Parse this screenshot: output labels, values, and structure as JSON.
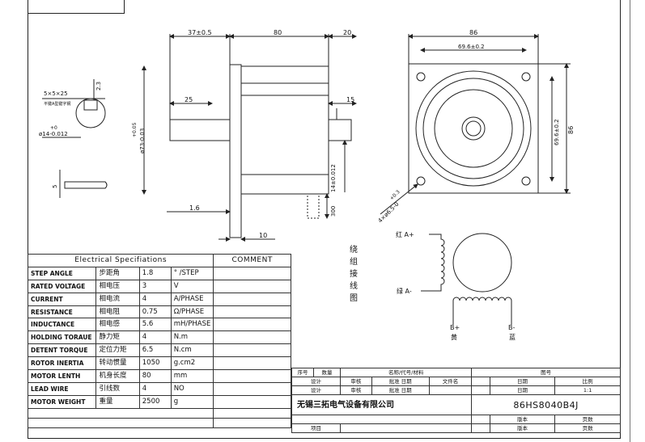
{
  "drawing": {
    "side_view": {
      "dim_front": "37±0.5",
      "dim_body": "80",
      "dim_rear": "20",
      "dim_shaft_front": "25",
      "dim_shaft_rear": "15",
      "dim_pilot": "ø73-0.03",
      "dim_pilot_tol": "+0.05",
      "dim_flange": "1.6",
      "dim_flange_thk": "10",
      "dim_rear_shaft": "14±0.012",
      "dim_lead": "300"
    },
    "key_section": {
      "key_label": "5×5×25",
      "key_note": "平键A型键字钢",
      "key_depth": "2.3",
      "shaft_dia": "ø14-0.012",
      "shaft_tol": "+0",
      "key_width": "5"
    },
    "front_view": {
      "dim_width": "86",
      "dim_holes": "69.6±0.2",
      "dim_holes_v": "69.6±0.2",
      "dim_height": "86",
      "dim_hole_dia": "4×ø6.5-0",
      "dim_hole_tol": "+0.3"
    },
    "winding": {
      "title_chars": [
        "绕",
        "组",
        "接",
        "线",
        "图"
      ],
      "a_plus": "红 A+",
      "a_minus": "绿 A-",
      "b_plus": "B+",
      "b_plus_color": "黄",
      "b_minus": "B-",
      "b_minus_color": "蓝"
    }
  },
  "specs": {
    "title": "Electrical Specifiations",
    "comment": "COMMENT",
    "rows": [
      {
        "en": "STEP ANGLE",
        "cn": "步距角",
        "val": "1.8",
        "unit": "° /STEP"
      },
      {
        "en": "RATED VOLTAGE",
        "cn": "相电压",
        "val": "3",
        "unit": "V"
      },
      {
        "en": "CURRENT",
        "cn": "相电流",
        "val": "4",
        "unit": "A/PHASE"
      },
      {
        "en": "RESISTANCE",
        "cn": "相电阻",
        "val": "0.75",
        "unit": "Ω/PHASE"
      },
      {
        "en": "INDUCTANCE",
        "cn": "相电感",
        "val": "5.6",
        "unit": "mH/PHASE"
      },
      {
        "en": "HOLDING TORAUE",
        "cn": "静力矩",
        "val": "4",
        "unit": "N.m"
      },
      {
        "en": "DETENT TORQUE",
        "cn": "定位力矩",
        "val": "6.5",
        "unit": "N.cm"
      },
      {
        "en": "ROTOR INERTIA",
        "cn": "转动惯量",
        "val": "1050",
        "unit": "g.cm2"
      },
      {
        "en": "MOTOR LENTH",
        "cn": "机身长度",
        "val": "80",
        "unit": "mm"
      },
      {
        "en": "LEAD WIRE",
        "cn": "引线数",
        "val": "4",
        "unit": "NO"
      },
      {
        "en": "MOTOR WEIGHT",
        "cn": "重量",
        "val": "2500",
        "unit": "g"
      }
    ]
  },
  "title_block": {
    "seq": "序号",
    "qty": "数量",
    "name_material": "名称/代号/材料",
    "drawing_no": "图号",
    "design": "设计",
    "review": "审核",
    "approve_date": "批准 日期",
    "file_name": "文件名",
    "date": "日期",
    "scale": "比例",
    "scale_val": "1:1",
    "company": "无锡三拓电气设备有限公司",
    "model": "86HS8040B4J",
    "version": "版本",
    "pages": "页数",
    "project": "项目"
  }
}
